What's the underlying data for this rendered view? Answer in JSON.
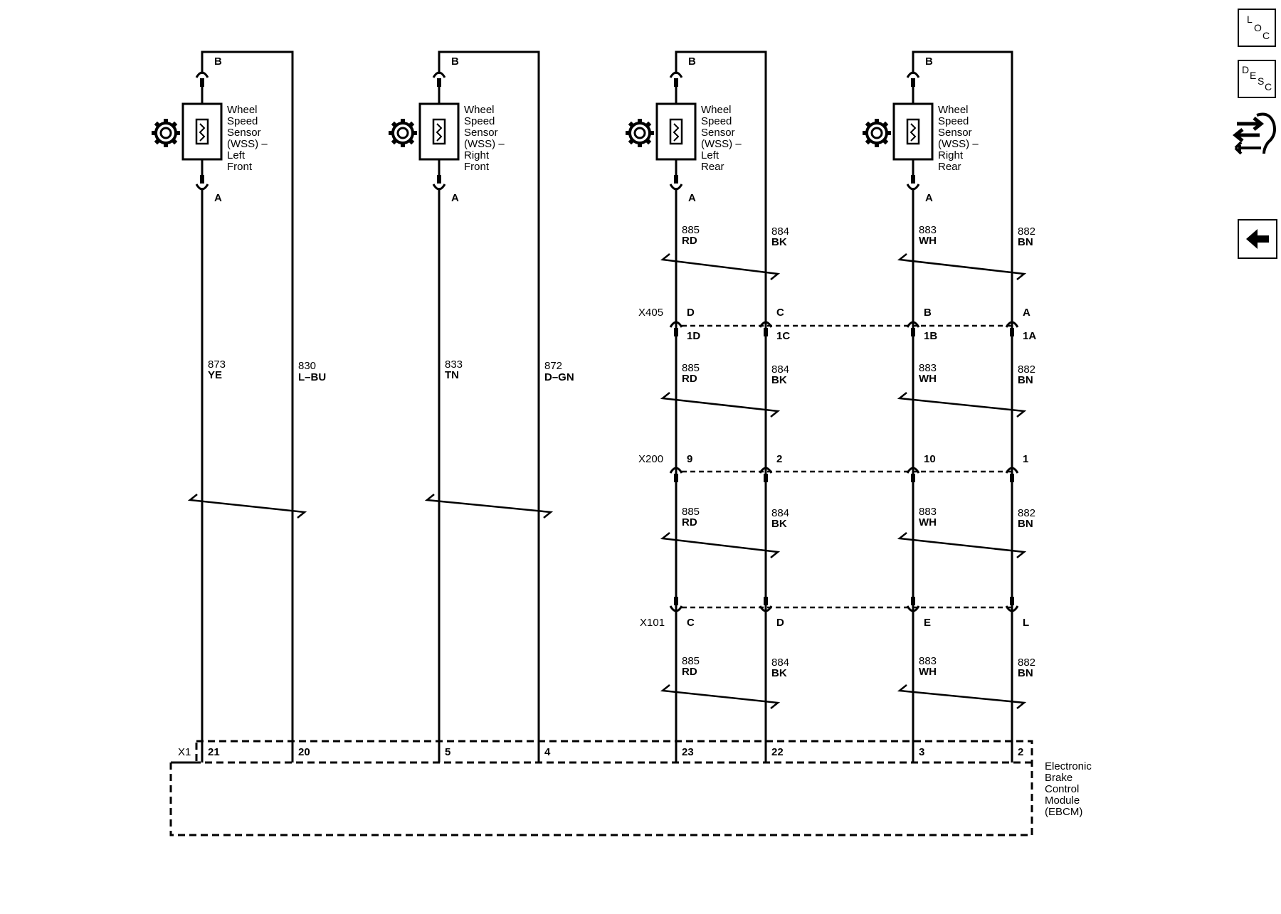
{
  "sensors": [
    {
      "id": "lf",
      "name": "Wheel\nSpeed\nSensor\n(WSS) –\nLeft\nFront",
      "pin_top": "B",
      "pin_bottom": "A",
      "signal_wire": {
        "num": "873",
        "color": "YE"
      },
      "return_wire": {
        "num": "830",
        "color": "L–BU"
      },
      "module_pins": [
        "21",
        "20"
      ]
    },
    {
      "id": "rf",
      "name": "Wheel\nSpeed\nSensor\n(WSS) –\nRight\nFront",
      "pin_top": "B",
      "pin_bottom": "A",
      "signal_wire": {
        "num": "833",
        "color": "TN"
      },
      "return_wire": {
        "num": "872",
        "color": "D–GN"
      },
      "module_pins": [
        "5",
        "4"
      ]
    },
    {
      "id": "lr",
      "name": "Wheel\nSpeed\nSensor\n(WSS) –\nLeft\nRear",
      "pin_top": "B",
      "pin_bottom": "A",
      "signal_wire": {
        "num": "885",
        "color": "RD"
      },
      "return_wire": {
        "num": "884",
        "color": "BK"
      },
      "x405_pins": [
        "D",
        "C"
      ],
      "x405_sub_pins": [
        "1D",
        "1C"
      ],
      "x200_pins": [
        "9",
        "2"
      ],
      "x101_pins": [
        "C",
        "D"
      ],
      "module_pins": [
        "23",
        "22"
      ]
    },
    {
      "id": "rr",
      "name": "Wheel\nSpeed\nSensor\n(WSS) –\nRight\nRear",
      "pin_top": "B",
      "pin_bottom": "A",
      "signal_wire": {
        "num": "883",
        "color": "WH"
      },
      "return_wire": {
        "num": "882",
        "color": "BN"
      },
      "x405_pins": [
        "B",
        "A"
      ],
      "x405_sub_pins": [
        "1B",
        "1A"
      ],
      "x200_pins": [
        "10",
        "1"
      ],
      "x101_pins": [
        "E",
        "L"
      ],
      "module_pins": [
        "3",
        "2"
      ]
    }
  ],
  "connectors": {
    "x405": "X405",
    "x200": "X200",
    "x101": "X101",
    "x1": "X1"
  },
  "module": {
    "name": "Electronic\nBrake\nControl\nModule\n(EBCM)"
  },
  "nav": {
    "loc": {
      "l": "L",
      "o": "O",
      "c": "C"
    },
    "desc": {
      "d": "D",
      "e": "E",
      "s": "S",
      "c": "C"
    },
    "connector_icon": "connector-end-view-icon",
    "back_icon": "back-arrow-icon"
  },
  "colors": {
    "line": "#000000",
    "background": "#ffffff"
  }
}
